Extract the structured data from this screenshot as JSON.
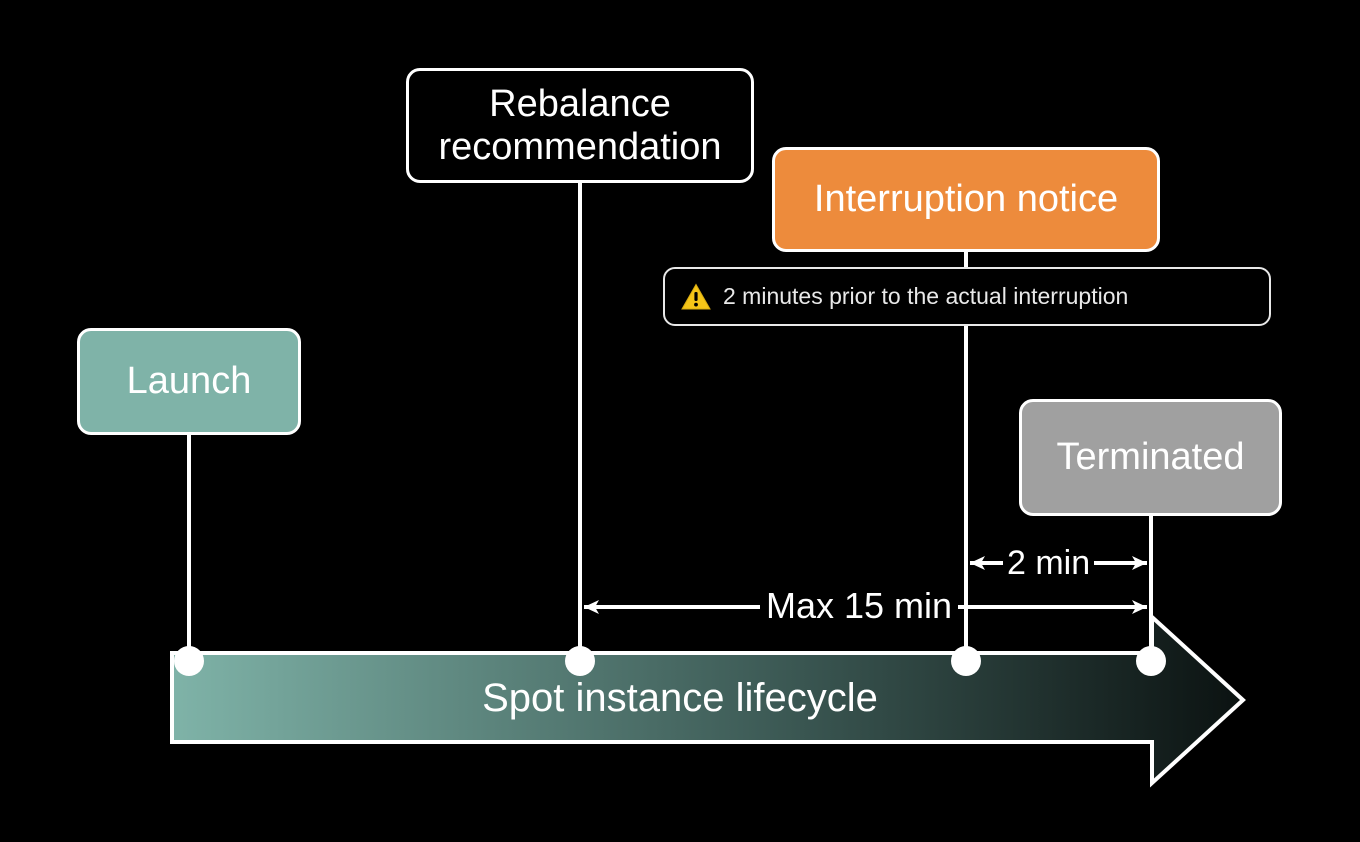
{
  "diagram": {
    "title": "Spot instance lifecycle",
    "background_color": "#000000",
    "nodes": {
      "launch": {
        "label": "Launch",
        "color": "#7fb3a8"
      },
      "rebalance": {
        "label_line1": "Rebalance",
        "label_line2": "recommendation",
        "color": "#000000"
      },
      "interruption": {
        "label": "Interruption notice",
        "color": "#ed8b3c"
      },
      "terminated": {
        "label": "Terminated",
        "color": "#a0a0a0"
      }
    },
    "callout": {
      "icon": "warning-triangle-icon",
      "icon_color": "#f5c518",
      "text": "2 minutes prior to the actual interruption"
    },
    "dimensions": {
      "max_15_min": "Max 15 min",
      "two_min": "2 min"
    },
    "timeline": {
      "label": "Spot instance lifecycle",
      "gradient_start": "#7fb3a8",
      "gradient_end": "#0b1211",
      "outline_color": "#ffffff",
      "marker_color": "#ffffff",
      "markers": [
        {
          "name": "launch-marker"
        },
        {
          "name": "rebalance-marker"
        },
        {
          "name": "interruption-marker"
        },
        {
          "name": "terminated-marker"
        }
      ]
    }
  }
}
